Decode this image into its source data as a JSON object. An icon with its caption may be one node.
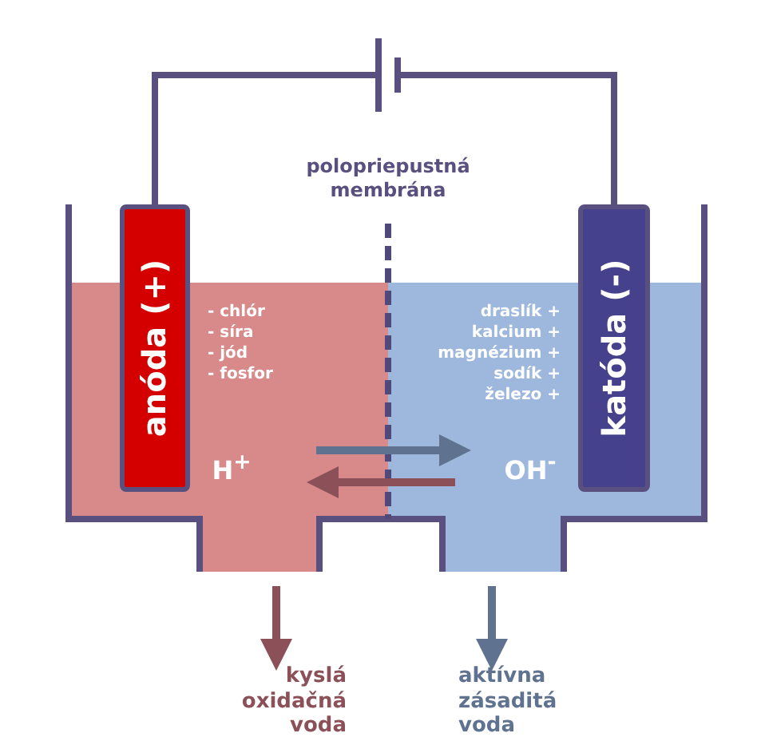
{
  "diagram": {
    "nodes": [
      {
        "text": [
          "anóda (+)"
        ]
      },
      {
        "text": [
          "katóda (-)"
        ]
      },
      {
        "text": [
          "H$^{+}$"
        ]
      },
      {
        "text": [
          "OH$^{-}$"
        ]
      },
      {
        "text": [
          "kyslá oxidačná voda"
        ]
      },
      {
        "text": [
          "aktívna zásaditá voda"
        ]
      },
      {
        "text": [],
        "shape": "battery"
      }
    ],
    "edges": [
      {
        "from": 0,
        "to": 6,
        "arrow": "none"
      },
      {
        "from": 6,
        "to": 1,
        "arrow": "none"
      },
      {
        "from": 2,
        "to": 3,
        "arrow": "to",
        "color": "#5f7391"
      },
      {
        "from": 3,
        "to": 2,
        "arrow": "to",
        "color": "#8b5058"
      },
      {
        "from": null,
        "to": 4,
        "arrow": "to",
        "color": "#8b5058"
      },
      {
        "from": null,
        "to": 5,
        "arrow": "to",
        "color": "#5f7391"
      }
    ],
    "labels": [
      "polopriepustná membrána",
      "- chlór",
      "- síra",
      "- jód",
      "- fosfor",
      "draslík +",
      "kalcium +",
      "magnézium +",
      "sodík +",
      "železo +"
    ]
  }
}
